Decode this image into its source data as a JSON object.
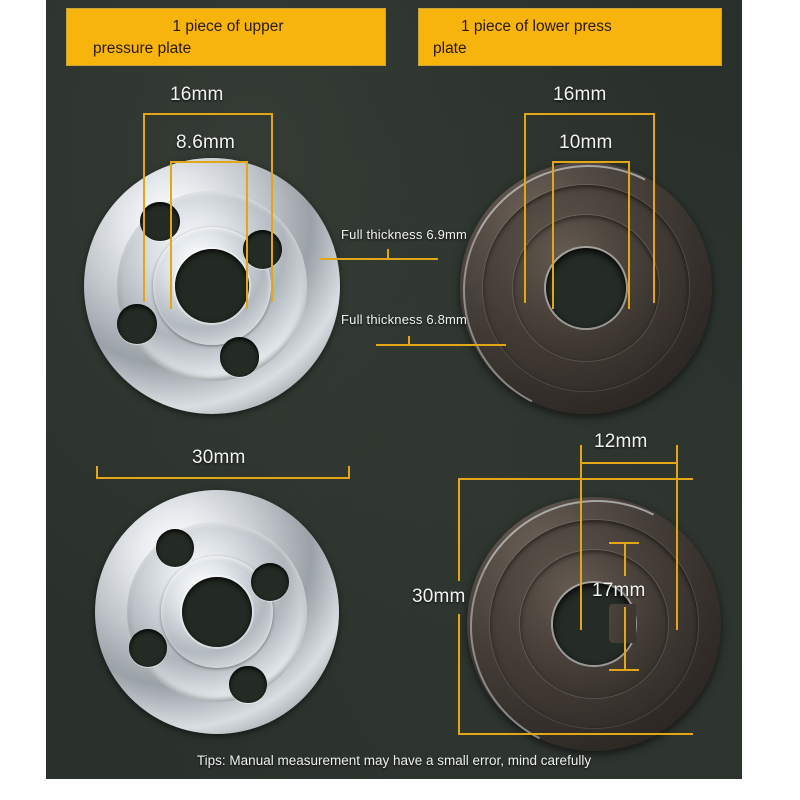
{
  "panel": {
    "background_color": "#2a302b",
    "accent_color": "#e3a617",
    "banner_color": "#f6b40d"
  },
  "banners": {
    "upper": {
      "line1": "1 piece of upper",
      "line2": "pressure plate"
    },
    "lower": {
      "line1": "1 piece of lower press",
      "line2": "plate"
    }
  },
  "parts": {
    "upper_left": {
      "name": "upper pressure plate front view",
      "finish": "chrome-silver",
      "holes": 4
    },
    "upper_right": {
      "name": "lower press plate front view",
      "finish": "dark-steel",
      "holes": 1
    },
    "lower_left": {
      "name": "upper pressure plate second view",
      "finish": "chrome-silver",
      "holes": 4
    },
    "lower_right": {
      "name": "lower press plate second view",
      "finish": "dark-steel",
      "holes": 1
    }
  },
  "dimensions": {
    "upper_left": {
      "outer": "16mm",
      "inner": "8.6mm",
      "thickness": "Full thickness 6.9mm"
    },
    "upper_right": {
      "outer": "16mm",
      "inner": "10mm",
      "thickness": "Full thickness 6.8mm"
    },
    "lower_left": {
      "width": "30mm"
    },
    "lower_right": {
      "top": "12mm",
      "height": "30mm",
      "bore": "17mm"
    }
  },
  "footer": {
    "tips": "Tips: Manual measurement may have a small error, mind carefully"
  }
}
